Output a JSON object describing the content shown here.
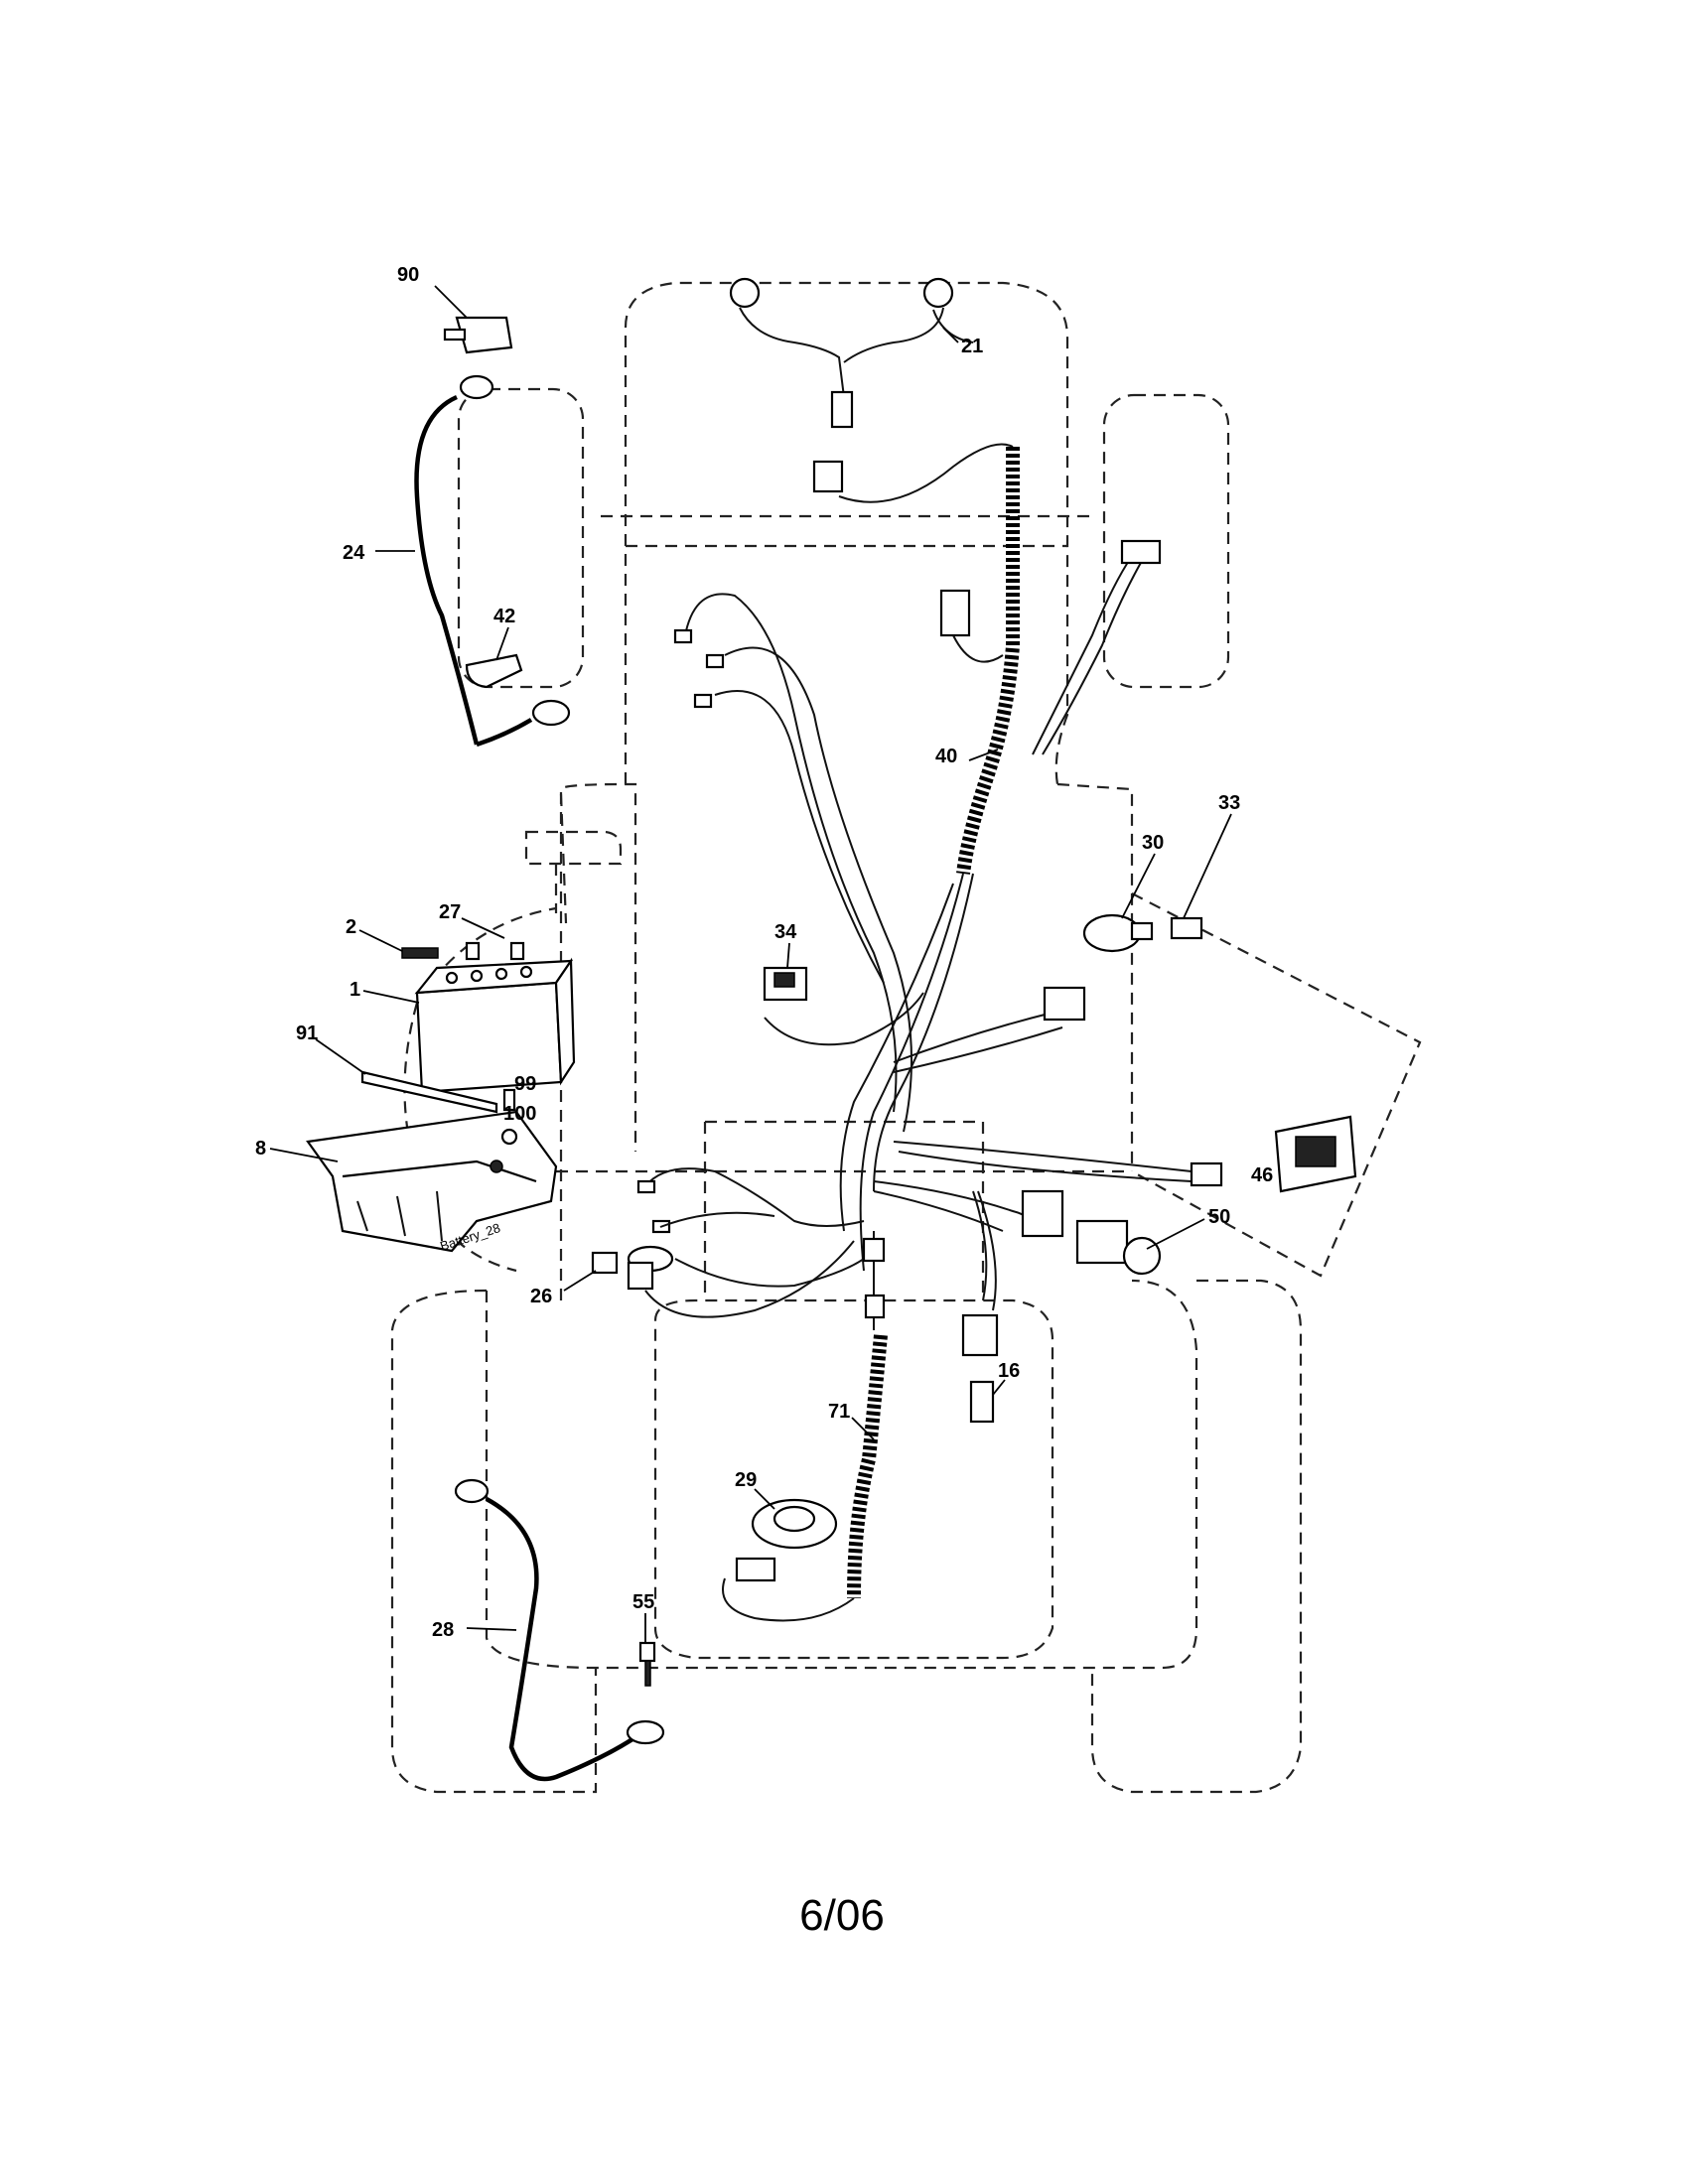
{
  "callouts": {
    "c90": "90",
    "c21": "21",
    "c24": "24",
    "c42": "42",
    "c40": "40",
    "c33": "33",
    "c30": "30",
    "c2": "2",
    "c27": "27",
    "c34": "34",
    "c1": "1",
    "c91": "91",
    "c99": "99",
    "c100": "100",
    "c8": "8",
    "c46": "46",
    "c50": "50",
    "c26": "26",
    "c16": "16",
    "c71": "71",
    "c29": "29",
    "c28": "28",
    "c55": "55"
  },
  "battery_label": "Battery_28",
  "footer": {
    "date": "6/06"
  }
}
